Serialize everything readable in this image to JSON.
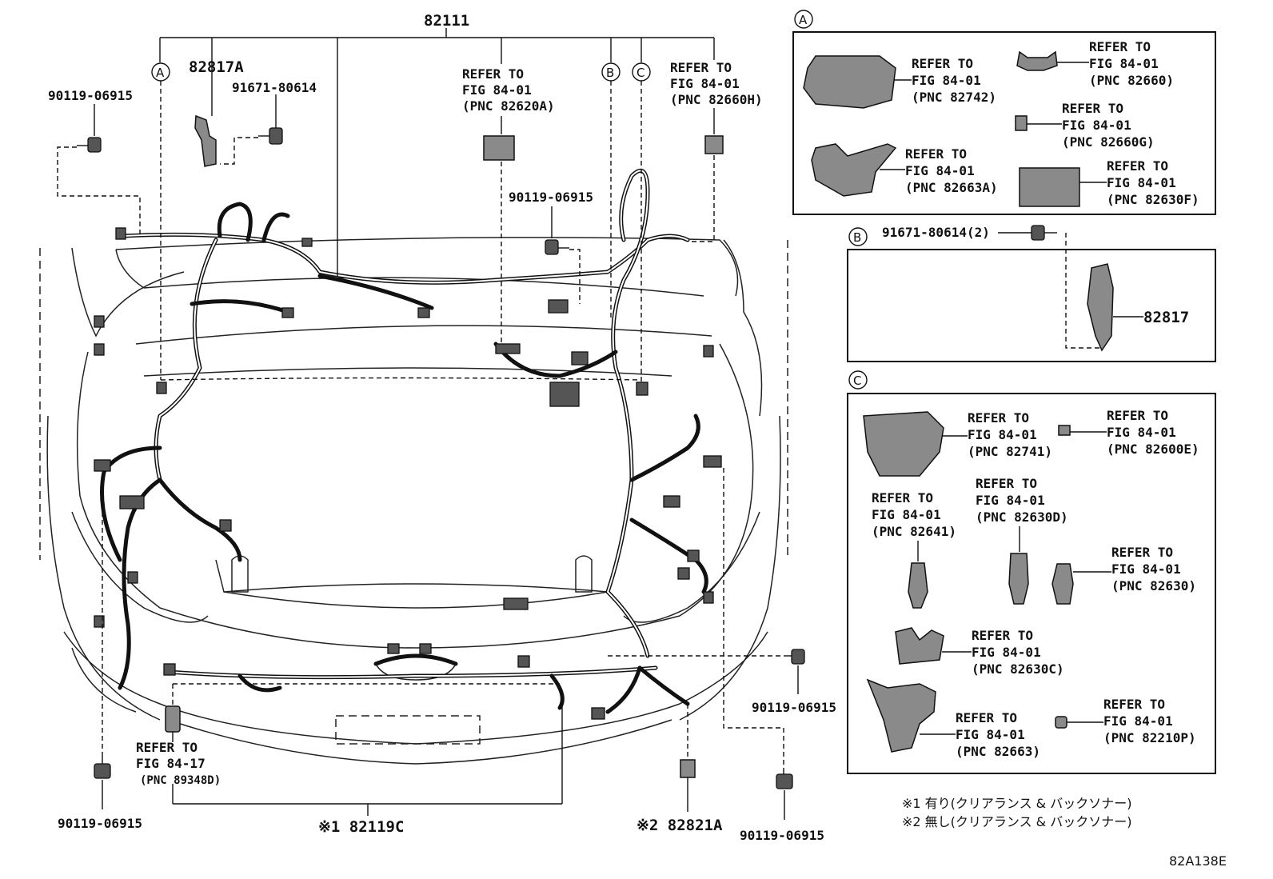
{
  "main": {
    "harness_pnc": "82111",
    "bracket_82817a": "82817A",
    "clip_left_top": "90119-06915",
    "clip_91671": "91671-80614",
    "refer_82620a": [
      "REFER TO",
      "FIG 84-01",
      "(PNC 82620A)"
    ],
    "refer_82660h": [
      "REFER TO",
      "FIG 84-01",
      "(PNC 82660H)"
    ],
    "clip_center": "90119-06915",
    "clip_right_mid": "90119-06915",
    "refer_89348d": [
      "REFER TO",
      "FIG 84-17",
      "(PNC 89348D)"
    ],
    "clip_left_bottom": "90119-06915",
    "sub_82119c": "※1 82119C",
    "sub_82821a": "※2 82821A",
    "clip_right_bottom": "90119-06915",
    "callouts": {
      "a": "A",
      "b": "B",
      "c": "C"
    }
  },
  "detail_a": {
    "label": "A",
    "items": [
      [
        "REFER TO",
        "FIG 84-01",
        "(PNC 82742)"
      ],
      [
        "REFER TO",
        "FIG 84-01",
        "(PNC 82660)"
      ],
      [
        "REFER TO",
        "FIG 84-01",
        "(PNC 82660G)"
      ],
      [
        "REFER TO",
        "FIG 84-01",
        "(PNC 82663A)"
      ],
      [
        "REFER TO",
        "FIG 84-01",
        "(PNC 82630F)"
      ]
    ]
  },
  "detail_b": {
    "label": "B",
    "clip": "91671-80614(2)",
    "part": "82817"
  },
  "detail_c": {
    "label": "C",
    "items": [
      [
        "REFER TO",
        "FIG 84-01",
        "(PNC 82741)"
      ],
      [
        "REFER TO",
        "FIG 84-01",
        "(PNC 82600E)"
      ],
      [
        "REFER TO",
        "FIG 84-01",
        "(PNC 82641)"
      ],
      [
        "REFER TO",
        "FIG 84-01",
        "(PNC 82630D)"
      ],
      [
        "REFER TO",
        "FIG 84-01",
        "(PNC 82630)"
      ],
      [
        "REFER TO",
        "FIG 84-01",
        "(PNC 82630C)"
      ],
      [
        "REFER TO",
        "FIG 84-01",
        "(PNC 82663)"
      ],
      [
        "REFER TO",
        "FIG 84-01",
        "(PNC 82210P)"
      ]
    ]
  },
  "notes": [
    "※1 有り(クリアランス & バックソナー)",
    "※2 無し(クリアランス & バックソナー)"
  ],
  "figure_code": "82A138E"
}
